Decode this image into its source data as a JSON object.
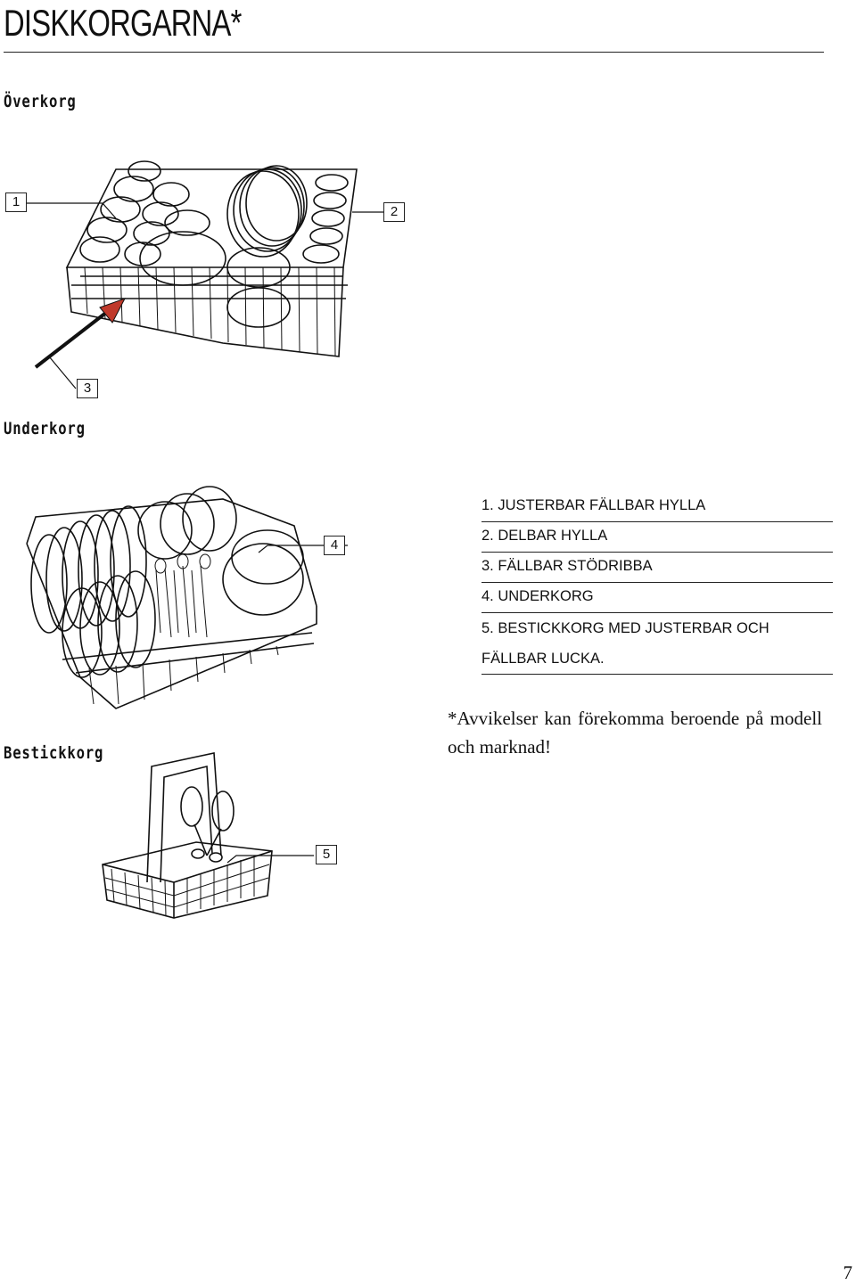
{
  "page": {
    "title": "DISKKORGARNA*",
    "page_number": "7"
  },
  "sections": {
    "upper_basket": "Överkorg",
    "lower_basket": "Underkorg",
    "cutlery_basket": "Bestickkorg"
  },
  "callouts": {
    "c1": "1",
    "c2": "2",
    "c3": "3",
    "c4": "4",
    "c5": "5"
  },
  "legend": [
    "1. JUSTERBAR FÄLLBAR HYLLA",
    "2. DELBAR HYLLA",
    "3. FÄLLBAR STÖDRIBBA",
    "4. UNDERKORG",
    "5. BESTICKKORG MED JUSTERBAR OCH FÄLLBAR LUCKA."
  ],
  "note": "*Avvikelser kan förekomma beroende på modell och marknad!",
  "colors": {
    "text": "#111111",
    "arrow_accent": "#c0392b"
  }
}
